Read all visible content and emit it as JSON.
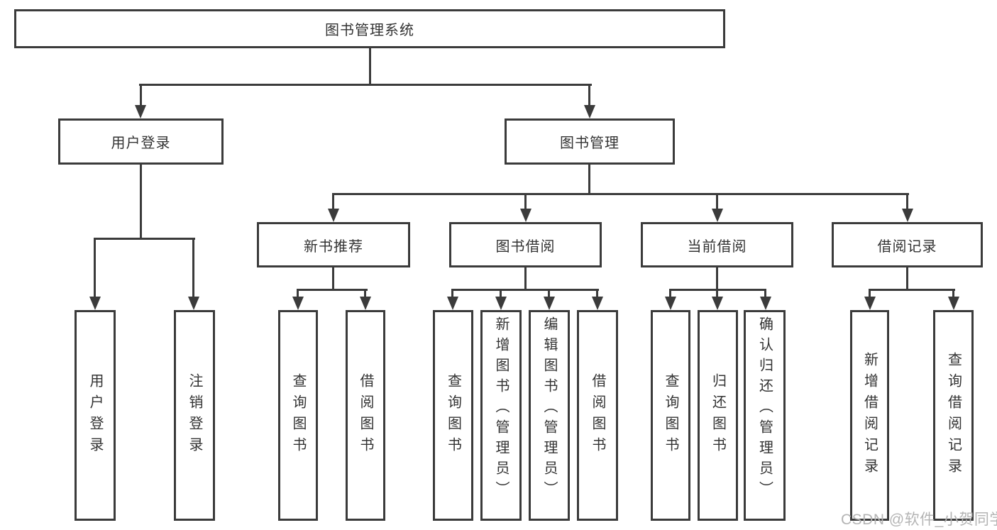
{
  "diagram": {
    "title_node": {
      "label": "图书管理系统"
    },
    "level2": [
      {
        "label": "用户登录"
      },
      {
        "label": "图书管理"
      }
    ],
    "level3": [
      {
        "label": "新书推荐"
      },
      {
        "label": "图书借阅"
      },
      {
        "label": "当前借阅"
      },
      {
        "label": "借阅记录"
      }
    ],
    "leaves": [
      {
        "group": "用户登录",
        "label": "用户登录"
      },
      {
        "group": "用户登录",
        "label": "注销登录"
      },
      {
        "group": "新书推荐",
        "label": "查询图书"
      },
      {
        "group": "新书推荐",
        "label": "借阅图书"
      },
      {
        "group": "图书借阅",
        "label": "查询图书"
      },
      {
        "group": "图书借阅",
        "label": "新增图书（管理员）"
      },
      {
        "group": "图书借阅",
        "label": "编辑图书（管理员）"
      },
      {
        "group": "图书借阅",
        "label": "借阅图书"
      },
      {
        "group": "当前借阅",
        "label": "查询图书"
      },
      {
        "group": "当前借阅",
        "label": "归还图书"
      },
      {
        "group": "当前借阅",
        "label": "确认归还（管理员）"
      },
      {
        "group": "借阅记录",
        "label": "新增借阅记录"
      },
      {
        "group": "借阅记录",
        "label": "查询借阅记录"
      }
    ]
  },
  "watermark": {
    "text": "CSDN @软件_小贺同学"
  },
  "colors": {
    "line": "#3b3b3b",
    "text": "#333333",
    "watermark": "#b4b4b4",
    "background": "#ffffff"
  }
}
